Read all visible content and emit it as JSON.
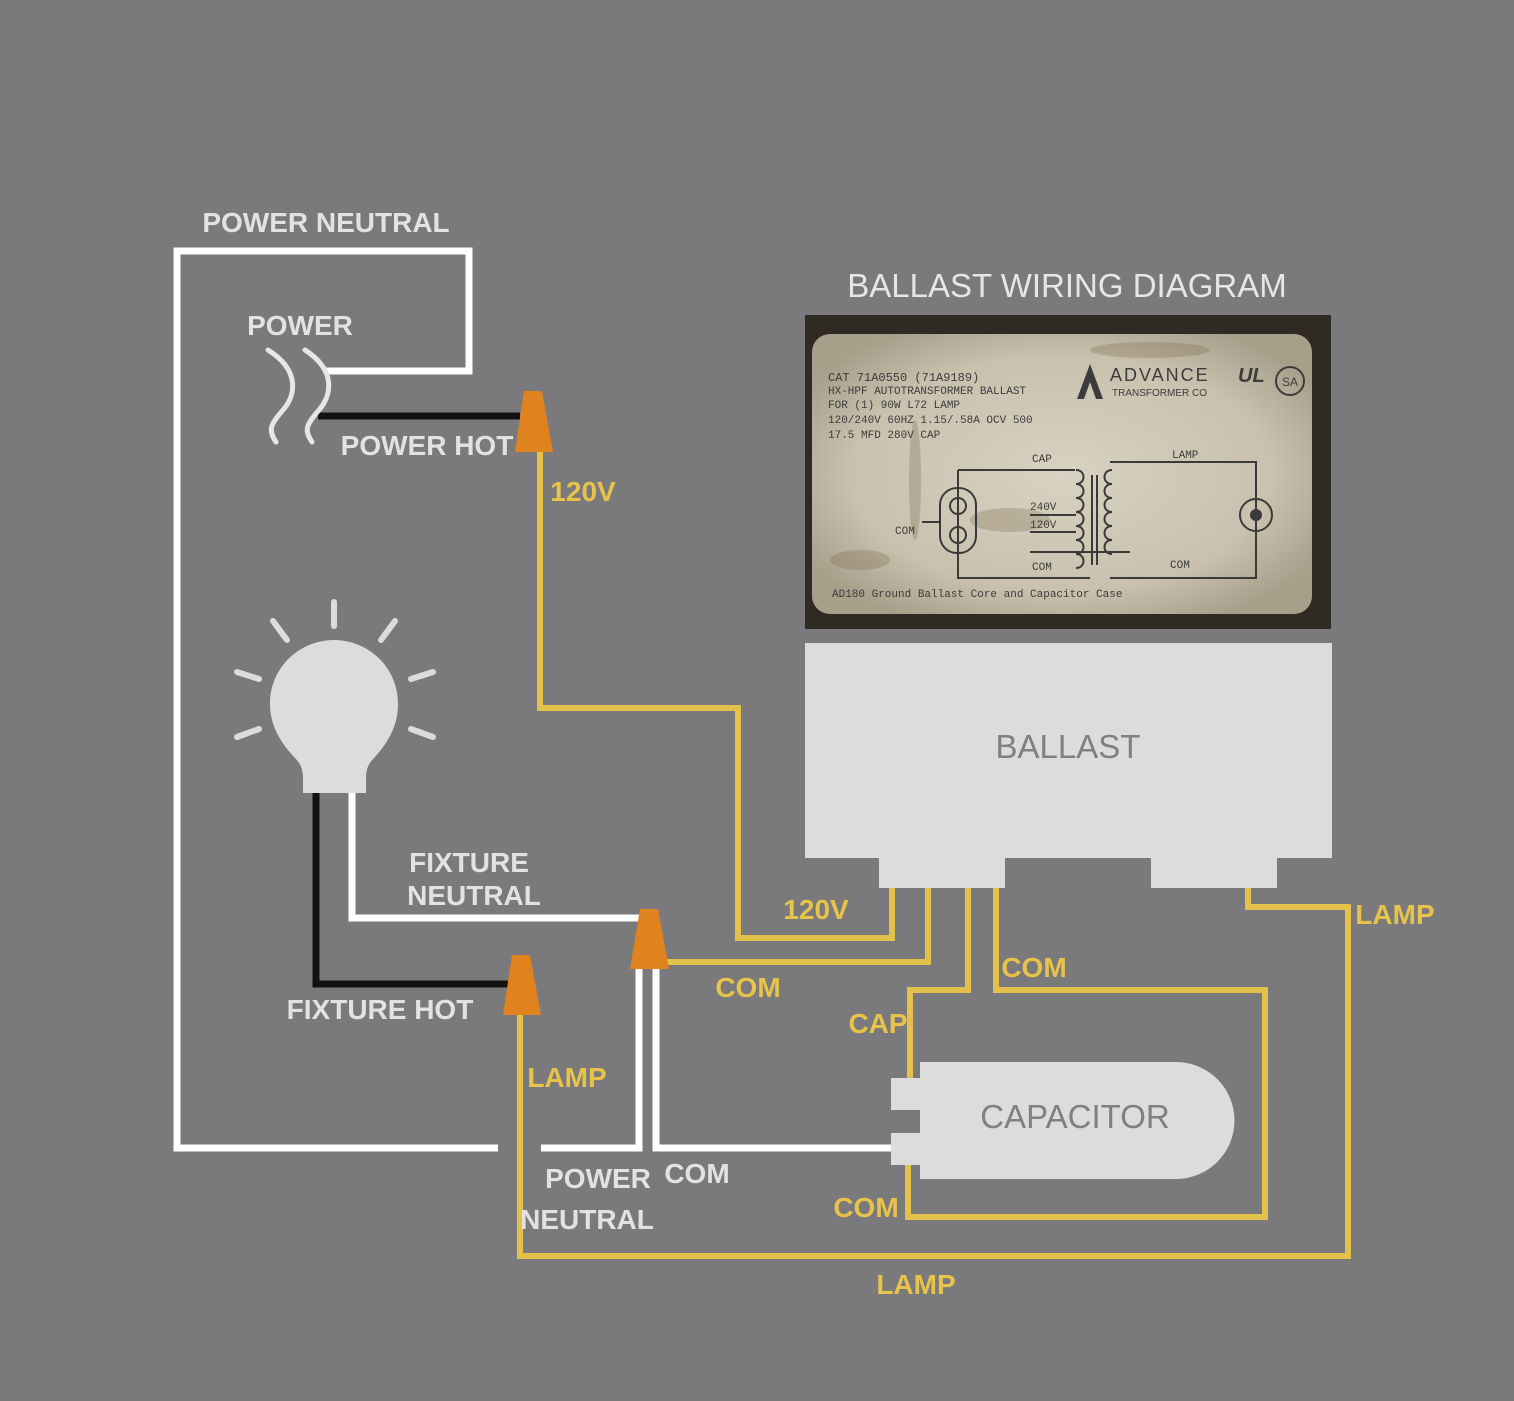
{
  "title": "BALLAST WIRING DIAGRAM",
  "colors": {
    "background": "#7a7a7c",
    "ballast_wire": "#e3c14a",
    "white_wire": "#ffffff",
    "hot_wire": "#111111",
    "wire_nut": "#e0821e",
    "component_fill": "#dcdcdc"
  },
  "labels": {
    "power_neutral_top": "POWER NEUTRAL",
    "power": "POWER",
    "power_hot": "POWER HOT",
    "v120_supply": "120V",
    "fixture_neutral_1": "FIXTURE",
    "fixture_neutral_2": "NEUTRAL",
    "fixture_hot": "FIXTURE HOT",
    "v120_ballast": "120V",
    "com_left": "COM",
    "lamp_left": "LAMP",
    "power_neutral_bottom_1": "POWER",
    "power_neutral_bottom_2": "NEUTRAL",
    "com_bottom_white": "COM",
    "com_upper": "COM",
    "cap": "CAP",
    "com_lower": "COM",
    "lamp_right": "LAMP",
    "lamp_bottom": "LAMP"
  },
  "components": {
    "ballast": "BALLAST",
    "capacitor": "CAPACITOR",
    "bulb_icon": "light-bulb-icon",
    "power_icon": "power-wave-icon",
    "wire_nut_icon": "wire-nut-icon"
  },
  "nameplate": {
    "line1": "CAT 71A0550 (71A9189)",
    "line2": "HX-HPF AUTOTRANSFORMER BALLAST",
    "line3": "FOR (1) 90W L72 LAMP",
    "line4": "120/240V 60HZ 1.15/.58A OCV 500",
    "line5": "17.5 MFD 280V CAP",
    "brand": "ADVANCE",
    "brand_sub": "TRANSFORMER CO",
    "ul_mark": "UL",
    "csa_mark": "SA",
    "schem_cap": "CAP",
    "schem_lamp": "LAMP",
    "schem_240": "240V",
    "schem_120": "120V",
    "schem_com_left": "COM",
    "schem_com_mid": "COM",
    "schem_com_right": "COM",
    "footer": "AD180  Ground Ballast Core and Capacitor Case"
  }
}
